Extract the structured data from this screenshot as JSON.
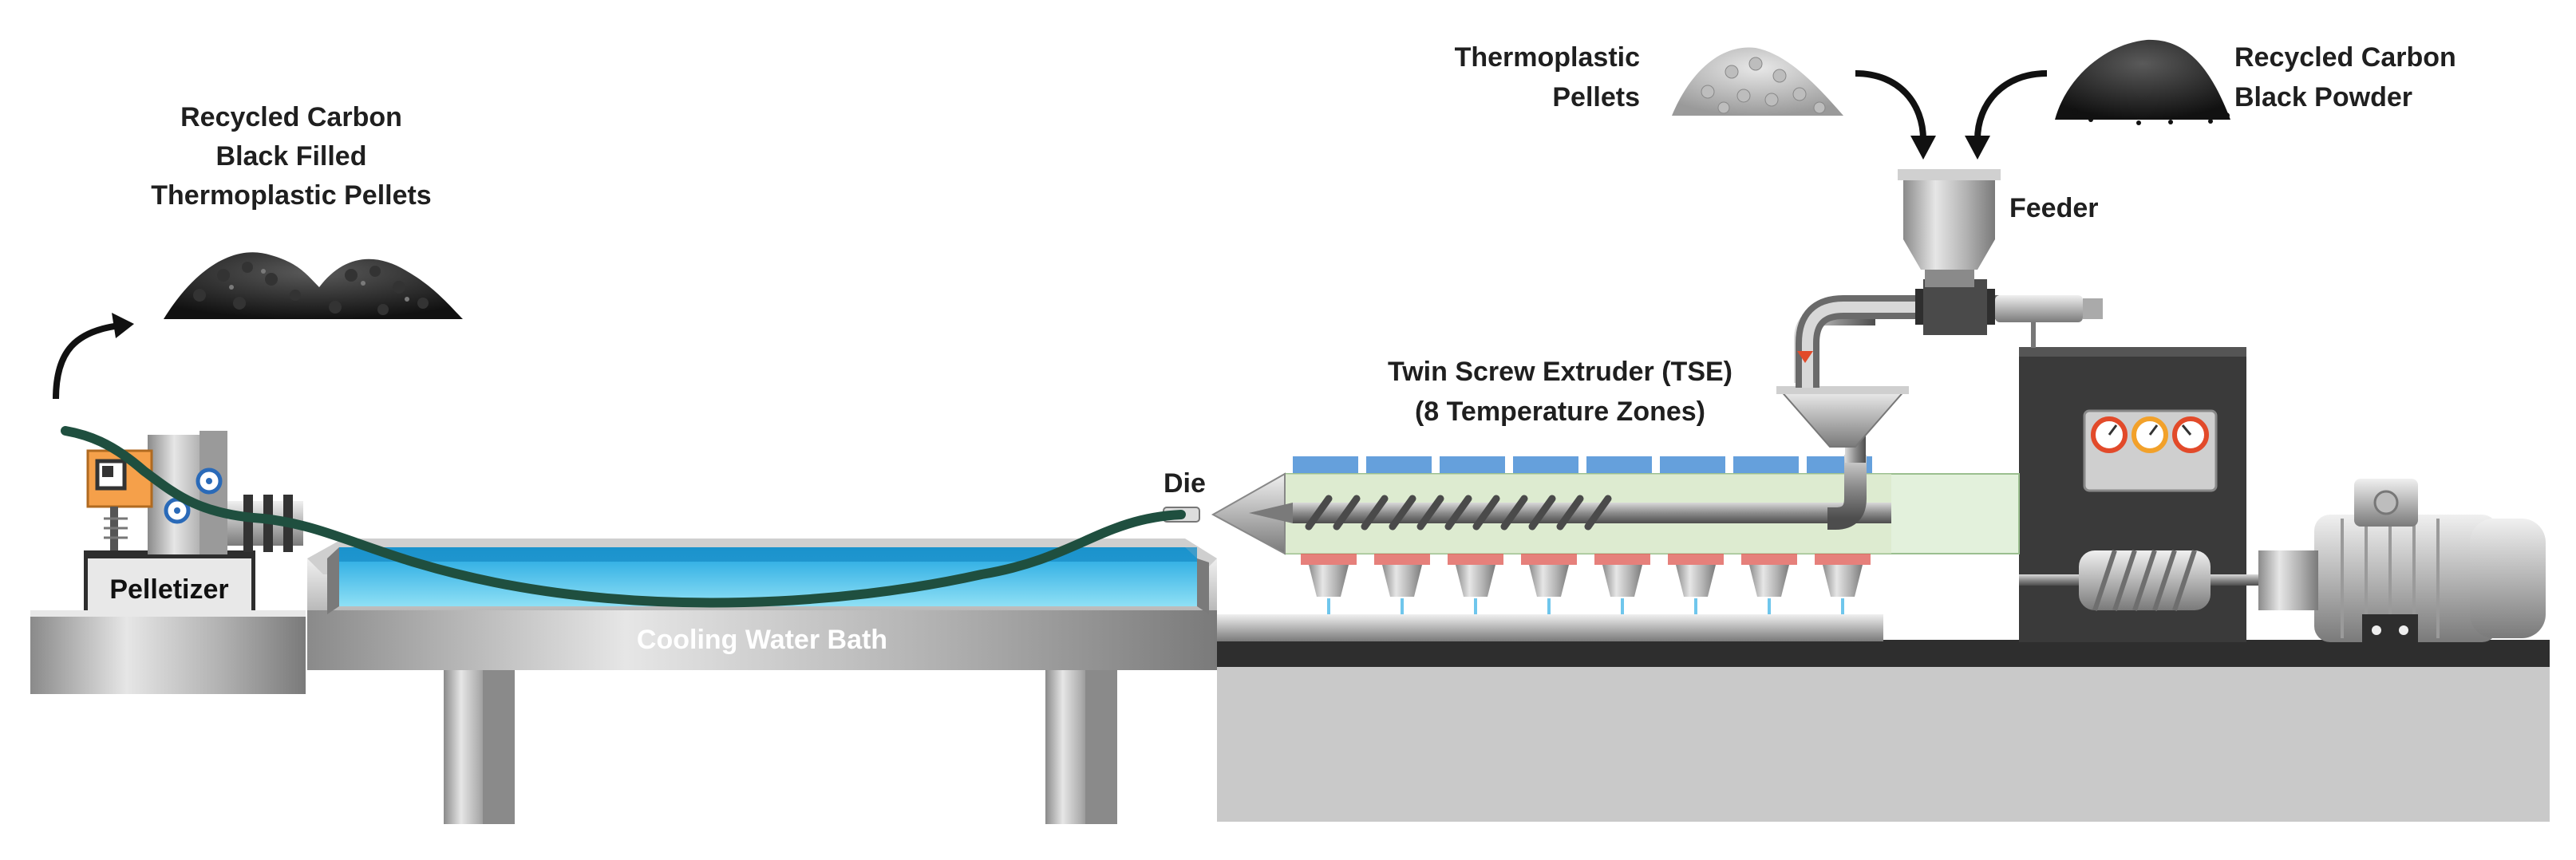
{
  "labels": {
    "output_pellets": [
      "Recycled Carbon",
      "Black Filled",
      "Thermoplastic Pellets"
    ],
    "thermoplastic_pellets": [
      "Thermoplastic",
      "Pellets"
    ],
    "carbon_black_powder": [
      "Recycled Carbon",
      "Black Powder"
    ],
    "feeder": "Feeder",
    "extruder": [
      "Twin Screw Extruder (TSE)",
      "(8 Temperature Zones)"
    ],
    "die": "Die",
    "pelletizer": "Pelletizer",
    "cooling_bath": "Cooling Water Bath"
  },
  "colors": {
    "steel_light": "#d8d8d8",
    "steel_mid": "#a9a9a9",
    "steel_dark": "#6e6e6e",
    "water": "#3db4e6",
    "water_light": "#8fd6f2",
    "strand": "#1f4f3f",
    "heater_blue": "#4a8fd6",
    "heater_red": "#e0605a",
    "barrel_green": "#cfe8c8",
    "motor_cabinet": "#3a3a3a",
    "floor": "#c8c8c8",
    "base_dark": "#2e2e2e",
    "pelletizer_orange": "#f5a04a"
  },
  "icons": [
    "curved-arrow-icon",
    "down-arrow-icon",
    "gauge-icon",
    "pellet-pile-icon",
    "powder-pile-icon"
  ]
}
